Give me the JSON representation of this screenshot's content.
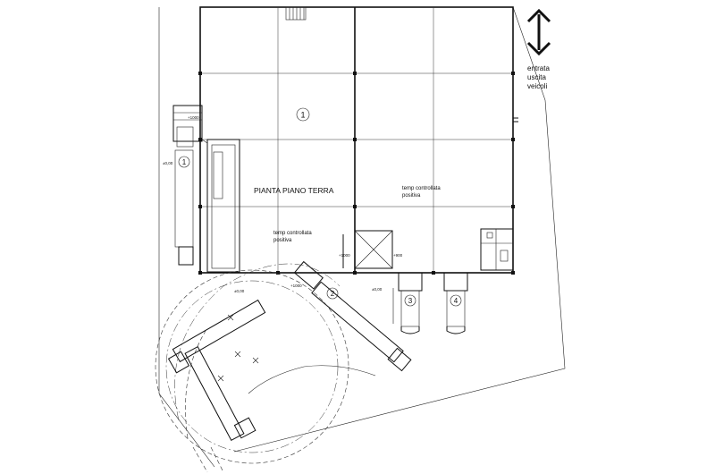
{
  "labels": {
    "plan_title": "PIANTA PIANO TERRA",
    "zone_left_line1": "temp controllata",
    "zone_left_line2": "positiva",
    "zone_right_line1": "temp controllata",
    "zone_right_line2": "positiva",
    "entrance_line1": "entrata",
    "entrance_line2": "uscita",
    "entrance_line3": "veicoli"
  },
  "markers": {
    "warehouse": "1",
    "dock_left": "1",
    "dock_2": "2",
    "dock_3": "3",
    "dock_4": "4"
  },
  "levels": {
    "l1": "+1000",
    "l2": "±0,00",
    "l3": "±0,00",
    "l4": "+1000",
    "l5": "+1000",
    "l6": "+900",
    "l7": "±0,00"
  }
}
